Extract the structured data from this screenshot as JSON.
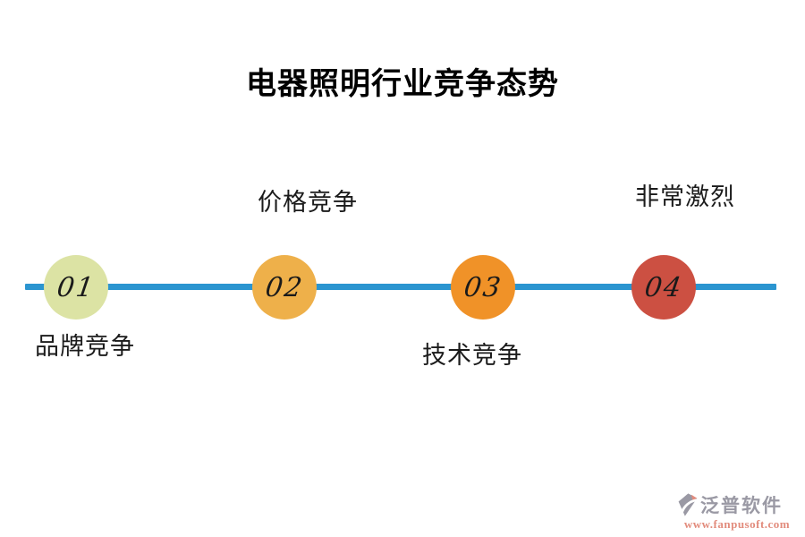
{
  "title": "电器照明行业竞争态势",
  "timeline": {
    "line_color": "#2b95d0",
    "number_color": "#1a1a1a",
    "milestones": [
      {
        "number": "01",
        "label": "品牌竞争",
        "color": "#dce3a4",
        "label_position": "below"
      },
      {
        "number": "02",
        "label": "价格竞争",
        "color": "#eeb04a",
        "label_position": "above"
      },
      {
        "number": "03",
        "label": "技术竞争",
        "color": "#f09228",
        "label_position": "below"
      },
      {
        "number": "04",
        "label": "非常激烈",
        "color": "#cc5042",
        "label_position": "above"
      }
    ]
  },
  "watermark": {
    "brand": "泛普软件",
    "url": "www.fanpusoft.com",
    "brand_color": "#9a99a4",
    "url_color": "#e28c7d",
    "icon": "fanpu-logo-icon"
  }
}
